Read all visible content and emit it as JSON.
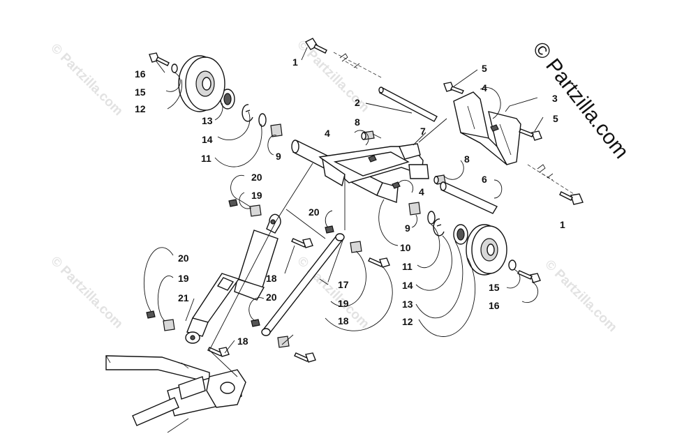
{
  "watermark": "© Partzilla.com",
  "brand": "© Partzilla.com",
  "callouts": [
    {
      "id": "c1a",
      "text": "1"
    },
    {
      "id": "c1b",
      "text": "1"
    },
    {
      "id": "c2",
      "text": "2"
    },
    {
      "id": "c3",
      "text": "3"
    },
    {
      "id": "c4a",
      "text": "4"
    },
    {
      "id": "c4b",
      "text": "4"
    },
    {
      "id": "c4c",
      "text": "4"
    },
    {
      "id": "c5a",
      "text": "5"
    },
    {
      "id": "c5b",
      "text": "5"
    },
    {
      "id": "c6",
      "text": "6"
    },
    {
      "id": "c7",
      "text": "7"
    },
    {
      "id": "c8a",
      "text": "8"
    },
    {
      "id": "c8b",
      "text": "8"
    },
    {
      "id": "c9a",
      "text": "9"
    },
    {
      "id": "c9b",
      "text": "9"
    },
    {
      "id": "c10",
      "text": "10"
    },
    {
      "id": "c11a",
      "text": "11"
    },
    {
      "id": "c11b",
      "text": "11"
    },
    {
      "id": "c12a",
      "text": "12"
    },
    {
      "id": "c12b",
      "text": "12"
    },
    {
      "id": "c13a",
      "text": "13"
    },
    {
      "id": "c13b",
      "text": "13"
    },
    {
      "id": "c14a",
      "text": "14"
    },
    {
      "id": "c14b",
      "text": "14"
    },
    {
      "id": "c15a",
      "text": "15"
    },
    {
      "id": "c15b",
      "text": "15"
    },
    {
      "id": "c16a",
      "text": "16"
    },
    {
      "id": "c16b",
      "text": "16"
    },
    {
      "id": "c17",
      "text": "17"
    },
    {
      "id": "c18a",
      "text": "18"
    },
    {
      "id": "c18b",
      "text": "18"
    },
    {
      "id": "c18c",
      "text": "18"
    },
    {
      "id": "c19a",
      "text": "19"
    },
    {
      "id": "c19b",
      "text": "19"
    },
    {
      "id": "c19c",
      "text": "19"
    },
    {
      "id": "c20a",
      "text": "20"
    },
    {
      "id": "c20b",
      "text": "20"
    },
    {
      "id": "c20c",
      "text": "20"
    },
    {
      "id": "c21",
      "text": "21"
    }
  ]
}
